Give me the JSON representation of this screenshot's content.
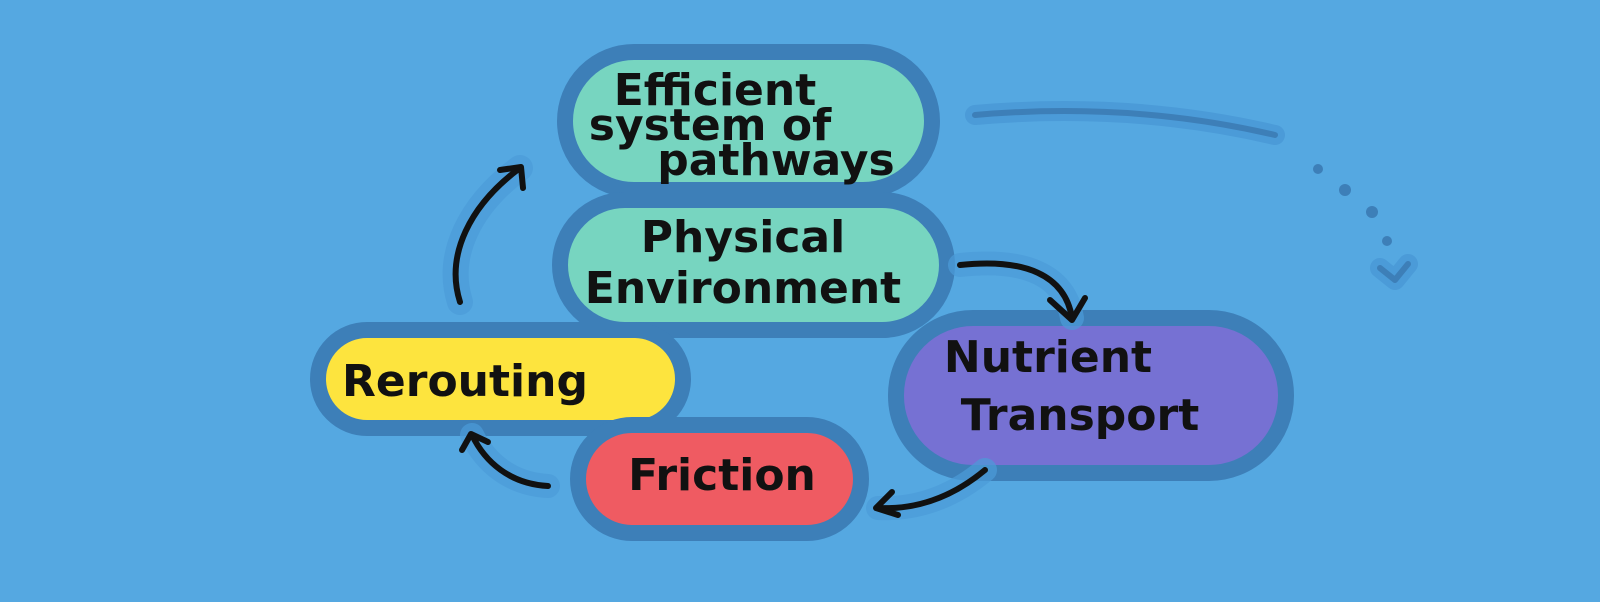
{
  "diagram": {
    "colors": {
      "background": "#55a8e1",
      "outline": "#3d7fb8",
      "green": "#77d5c0",
      "yellow": "#fde43e",
      "purple": "#7671d3",
      "red": "#ef5b62",
      "arrow": "#111111",
      "shadow": "#4b9bd8"
    },
    "nodes": {
      "efficient_pathways": {
        "lines": [
          "Efficient",
          "system of",
          "pathways"
        ]
      },
      "physical_environment": {
        "lines": [
          "Physical",
          "Environment"
        ]
      },
      "nutrient_transport": {
        "lines": [
          "Nutrient",
          "Transport"
        ]
      },
      "rerouting": {
        "lines": [
          "Rerouting"
        ]
      },
      "friction": {
        "lines": [
          "Friction"
        ]
      }
    },
    "icons": {
      "continuation": "dotted-arrow-icon"
    }
  }
}
